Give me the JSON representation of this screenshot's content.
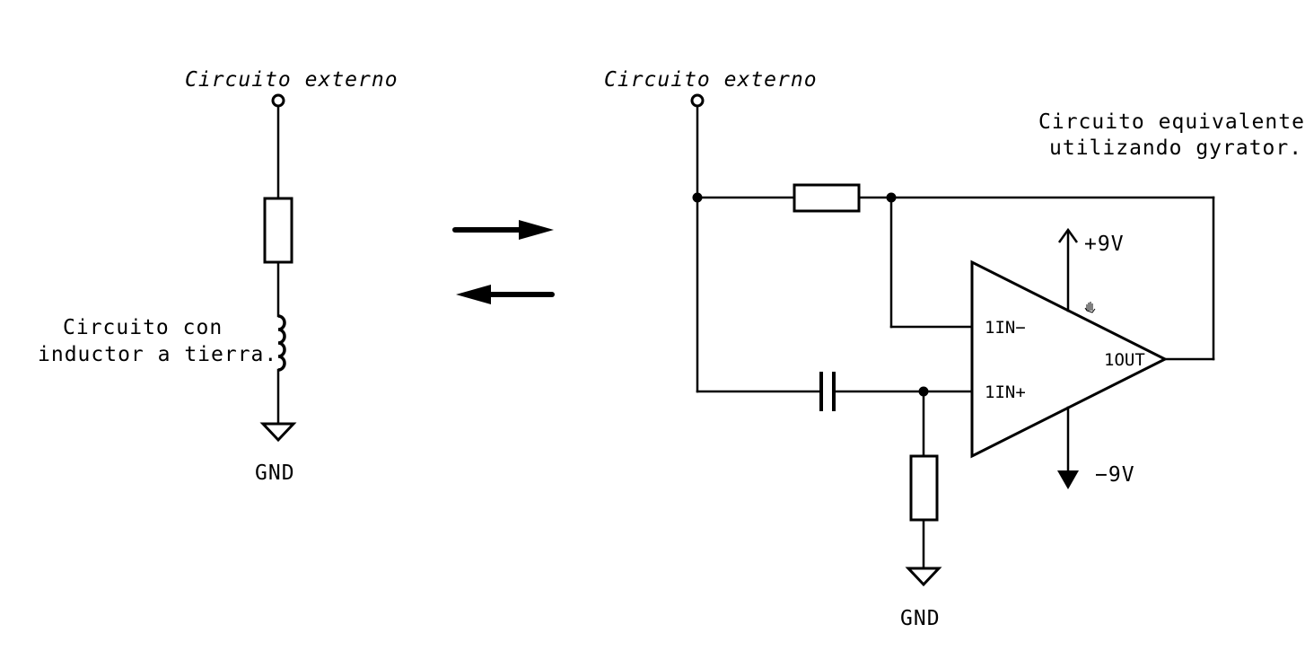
{
  "left_circuit": {
    "terminal_label": "Circuito externo",
    "description_line1": "Circuito con",
    "description_line2": "inductor a tierra.",
    "ground_label": "GND"
  },
  "right_circuit": {
    "terminal_label": "Circuito externo",
    "description_line1": "Circuito equivalente",
    "description_line2": "utilizando gyrator.",
    "ground_label": "GND",
    "opamp": {
      "pin_inverting": "1IN−",
      "pin_noninverting": "1IN+",
      "pin_output": "1OUT",
      "supply_positive": "+9V",
      "supply_negative": "−9V"
    }
  },
  "arrows": [
    "right-arrow",
    "left-arrow"
  ]
}
